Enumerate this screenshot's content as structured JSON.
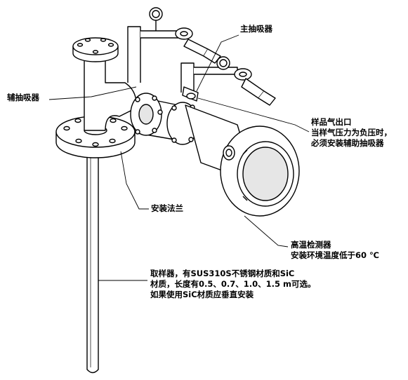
{
  "labels": {
    "main_aspirator": "主抽吸器",
    "aux_aspirator": "辅抽吸器",
    "sample_outlet": {
      "line1": "样品气出口",
      "line2": "当样气压力为负压时，",
      "line3": "必须安装辅助抽吸器"
    },
    "flange": "安装法兰",
    "detector": {
      "line1": "高温检测器",
      "line2": "安装环境温度低于60 ℃"
    },
    "sampler": {
      "line1": "取样器，有SUS310S不锈钢材质和SiC",
      "line2": "材质，长度有0.5、0.7、1.0、1.5 m可选。",
      "line3": "如果使用SiC材质应垂直安装"
    }
  },
  "colors": {
    "stroke": "#000000",
    "fill": "#ffffff",
    "shade": "#e6e6e6"
  }
}
